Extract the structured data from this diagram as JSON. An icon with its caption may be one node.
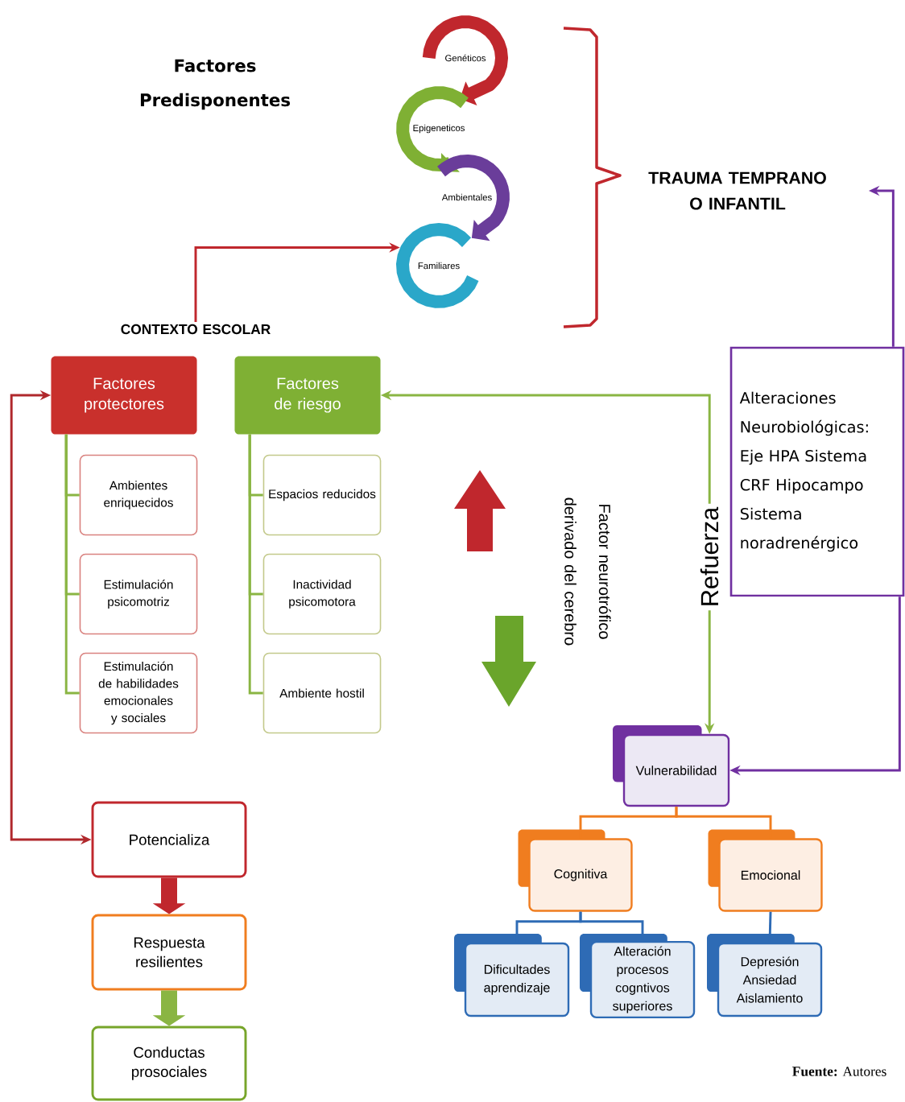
{
  "diagram": {
    "caption": "**Fuente:** Autores",
    "nodes": [
      {
        "text": [
          "Genéticos"
        ]
      },
      {
        "text": [
          "Epigeneticos"
        ]
      },
      {
        "text": [
          "Ambientales"
        ]
      },
      {
        "text": [
          "Familiares"
        ]
      },
      {
        "text": [
          "TRAUMA TEMPRANO O INFANTIL"
        ]
      },
      {
        "text": [
          "CONTEXTO ESCOLAR"
        ]
      },
      {
        "text": [
          "Factores protectores"
        ]
      },
      {
        "text": [
          "Factores de riesgo"
        ]
      },
      {
        "text": [
          "Alteraciones Neurobiológicas: Eje HPA Sistema CRF Hipocampo Sistema noradrenérgico"
        ]
      },
      {
        "text": [
          "Ambientes enriquecidos"
        ]
      },
      {
        "text": [
          "Espacios reducidos"
        ]
      },
      {
        "text": [
          "Estimulación psicomotriz"
        ]
      },
      {
        "text": [
          "Inactividad psicomotora"
        ]
      },
      {
        "text": [
          "Estimulación de habilidades emocionales y sociales"
        ]
      },
      {
        "text": [
          "Ambiente hostil"
        ]
      },
      {
        "text": [
          "Vulnerabilidad"
        ]
      },
      {
        "text": [
          "Potencializa"
        ]
      },
      {
        "text": [
          "Cognitiva"
        ]
      },
      {
        "text": [
          "Emocional"
        ]
      },
      {
        "text": [
          "Respuesta resilientes"
        ]
      },
      {
        "text": [
          "Dificultades aprendizaje"
        ]
      },
      {
        "text": [
          "Alteración procesos cogntivos superiores"
        ]
      },
      {
        "text": [
          "Depresión Ansiedad Aislamiento"
        ]
      },
      {
        "text": [
          "Conductas prosociales"
        ]
      }
    ],
    "edges": [
      {
        "from": 5,
        "to": 3,
        "arrow": "to",
        "color": "#c0272d"
      },
      {
        "from": 8,
        "to": 4,
        "arrow": "to",
        "color": "#7030a0"
      },
      {
        "from": 8,
        "to": 15,
        "arrow": "to",
        "color": "#7030a0"
      },
      {
        "from": 7,
        "to": 15,
        "arrow": "both",
        "label": "Refuerza"
      },
      {
        "from": 6,
        "to": 16,
        "arrow": "both",
        "color": "#b0282c"
      },
      {
        "from": 16,
        "to": 19,
        "arrow": "to",
        "style": "thick",
        "color": "#c0272d"
      },
      {
        "from": 19,
        "to": 23,
        "arrow": "to",
        "style": "thick"
      },
      {
        "from": 6,
        "to": 9,
        "arrow": "none"
      },
      {
        "from": 6,
        "to": 11,
        "arrow": "none"
      },
      {
        "from": 6,
        "to": 13,
        "arrow": "none"
      },
      {
        "from": 7,
        "to": 10,
        "arrow": "none"
      },
      {
        "from": 7,
        "to": 12,
        "arrow": "none"
      },
      {
        "from": 7,
        "to": 14,
        "arrow": "none"
      },
      {
        "from": 15,
        "to": 17,
        "arrow": "none",
        "color": "#f07d1f"
      },
      {
        "from": 15,
        "to": 18,
        "arrow": "none",
        "color": "#f07d1f"
      },
      {
        "from": 17,
        "to": 20,
        "arrow": "none",
        "color": "#2e6bb5"
      },
      {
        "from": 17,
        "to": 21,
        "arrow": "none",
        "color": "#2e6bb5"
      },
      {
        "from": 18,
        "to": 22,
        "arrow": "none",
        "color": "#2e6bb5"
      },
      {
        "from": 0,
        "to": 1,
        "arrow": "to",
        "style": "thick",
        "color": "#c0272d"
      },
      {
        "from": 1,
        "to": 2,
        "arrow": "to",
        "style": "thick",
        "color": "#7fb034"
      },
      {
        "from": 2,
        "to": 3,
        "arrow": "to",
        "style": "thick",
        "color": "#6a3d9a"
      }
    ],
    "labels": [
      "Factores Predisponentes",
      "Factor neurotrófico derivado del cerebro"
    ]
  }
}
